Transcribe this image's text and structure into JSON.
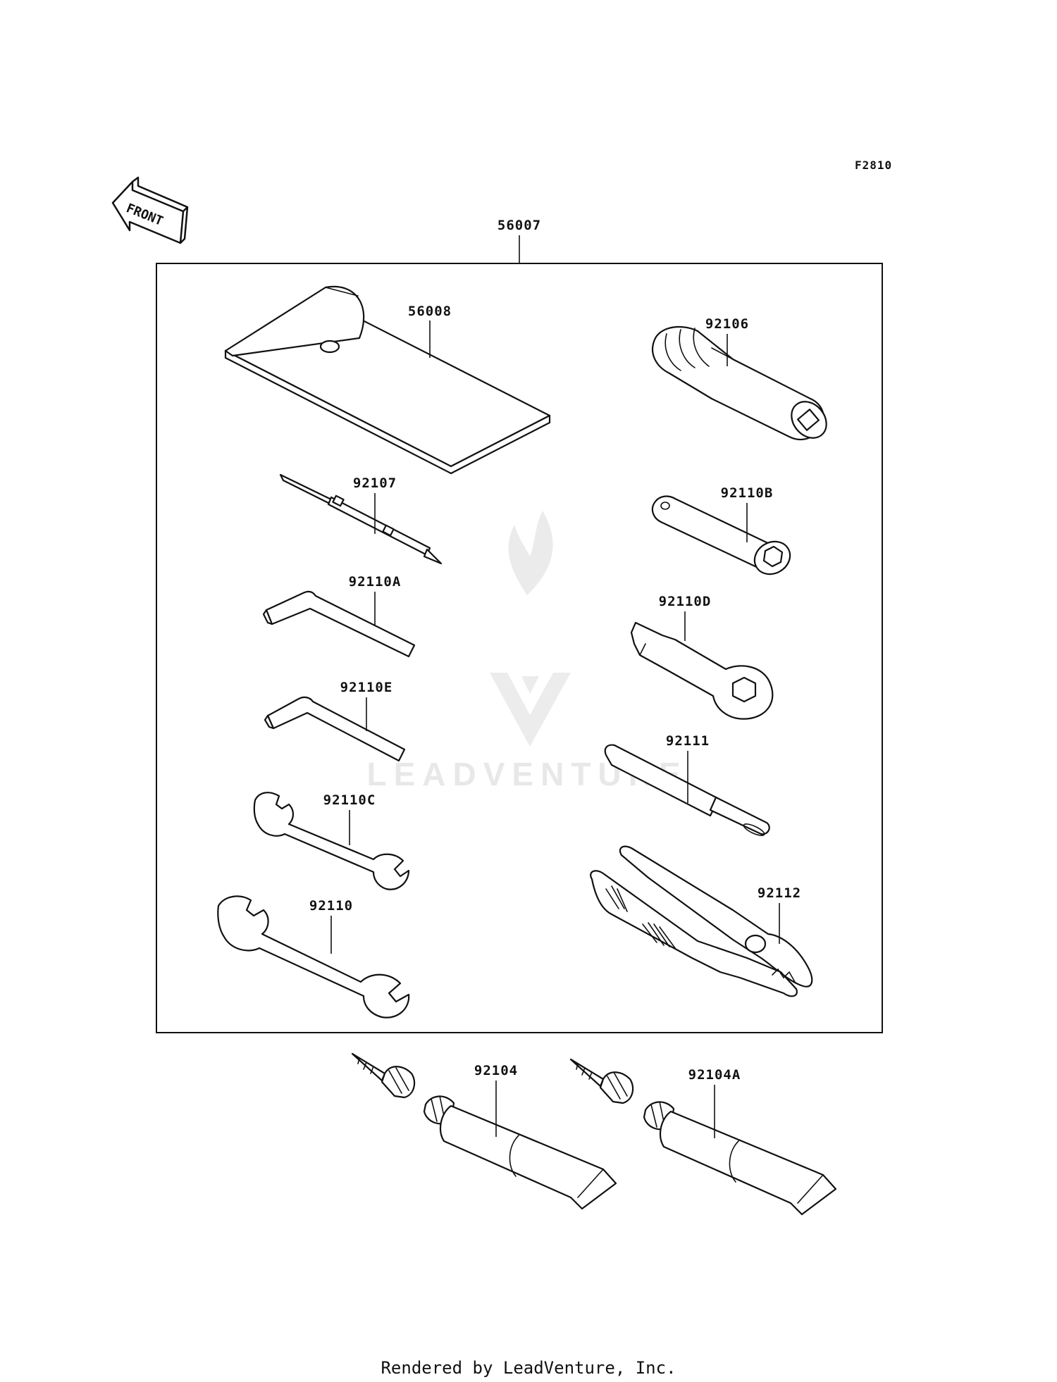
{
  "figure_code": "F2810",
  "front_indicator": "FRONT",
  "watermark": "LEADVENTURE",
  "footer": "Rendered by LeadVenture, Inc.",
  "parts": {
    "kit": "56007",
    "tool_bag": "56008",
    "screwdriver": "92107",
    "hex_wrench_a": "92110A",
    "hex_wrench_e": "92110E",
    "open_wrench_c": "92110C",
    "open_wrench": "92110",
    "handle": "92106",
    "box_wrench_b": "92110B",
    "ring_wrench_d": "92110D",
    "bar": "92111",
    "pliers": "92112",
    "grease_tube": "92104",
    "grease_tube_a": "92104A"
  }
}
